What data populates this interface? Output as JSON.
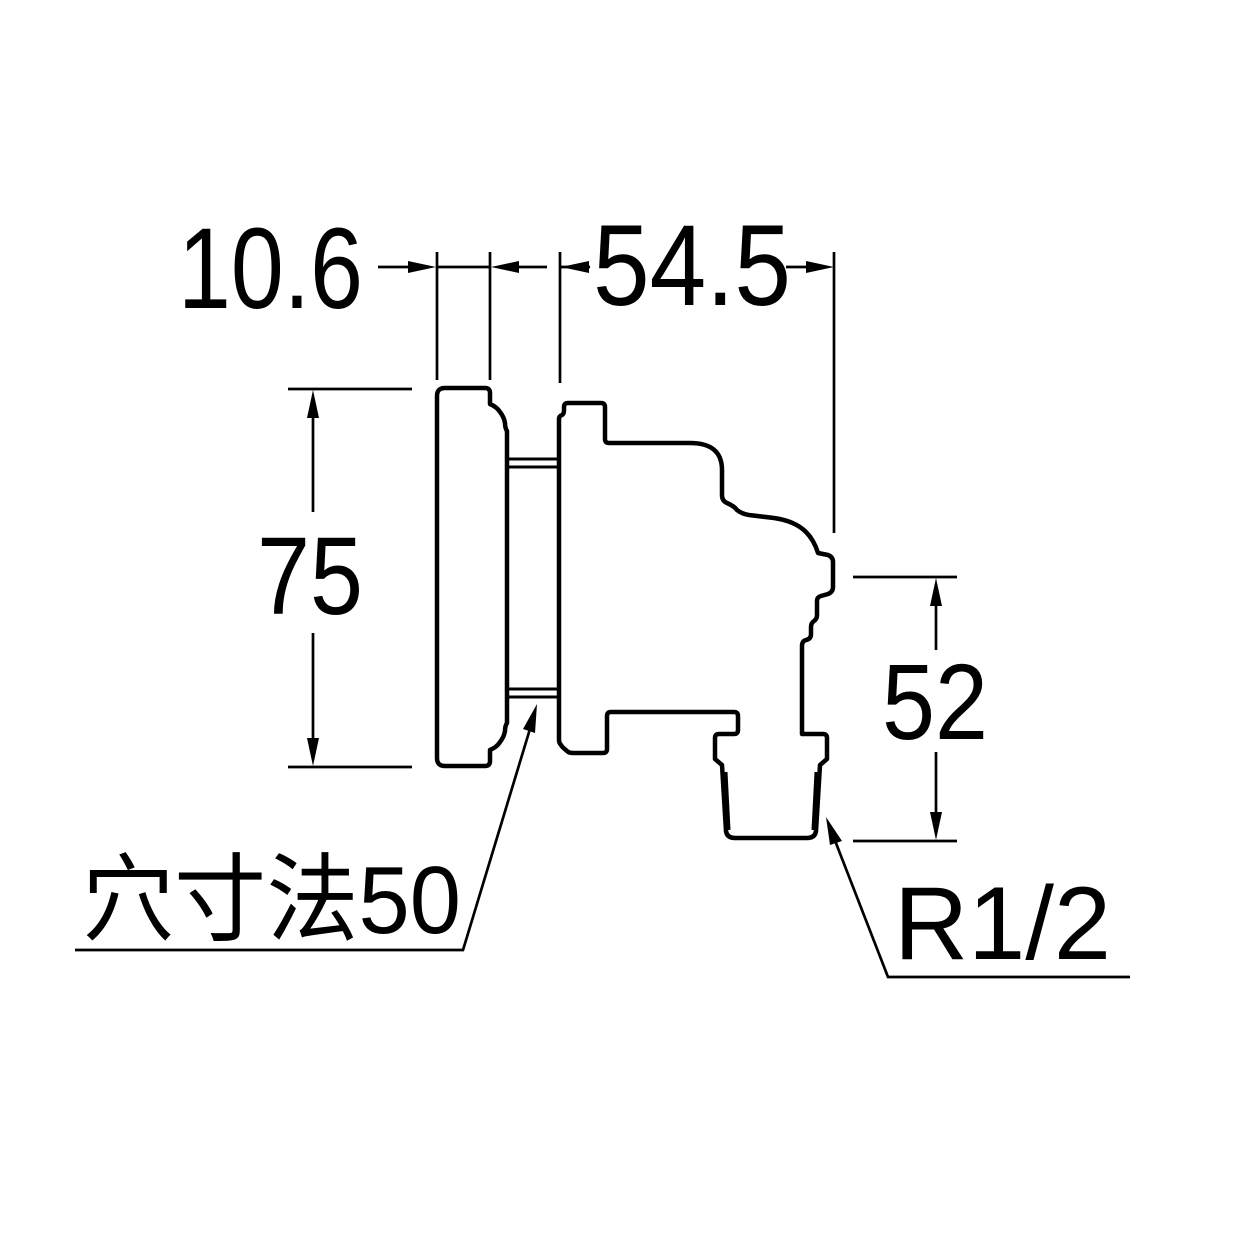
{
  "diagram": {
    "kind": "technical-dimension-drawing",
    "background": "#ffffff",
    "line_color": "#000000",
    "dims": {
      "flange_thickness": "10.6",
      "depth": "54.5",
      "flange_height": "75",
      "outlet_drop": "52"
    },
    "labels": {
      "hole_size": "穴寸法50",
      "thread_size": "R1/2"
    }
  }
}
